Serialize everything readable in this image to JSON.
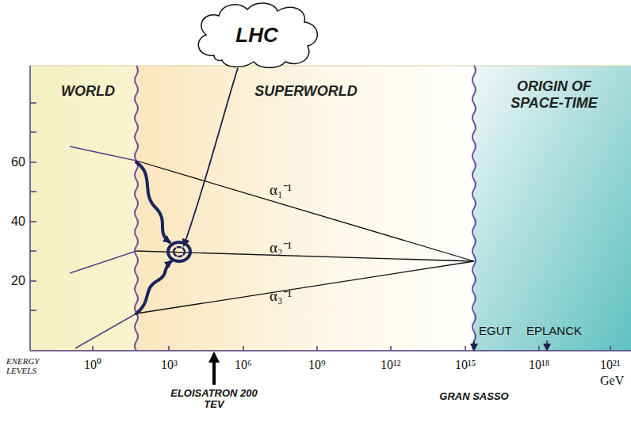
{
  "diagram": {
    "nodes": [
      {
        "text": [
          "WORLD"
        ]
      },
      {
        "text": [
          "SUPERWORLD"
        ]
      },
      {
        "text": [
          "ORIGIN OF SPACE-TIME"
        ]
      },
      {
        "text": [
          "LHC"
        ]
      }
    ],
    "labels": [
      "α₁⁻¹",
      "α₂⁻¹",
      "α₃⁻¹",
      "60",
      "40",
      "20",
      "ENERGY LEVELS",
      "10⁰",
      "10³",
      "10⁶",
      "10⁹",
      "10¹²",
      "10¹⁵",
      "10¹⁸",
      "10²¹",
      "GeV",
      "EGUT",
      "EPLANCK",
      "ELOISATRON 200 TEV",
      "GRAN SASSO"
    ]
  }
}
